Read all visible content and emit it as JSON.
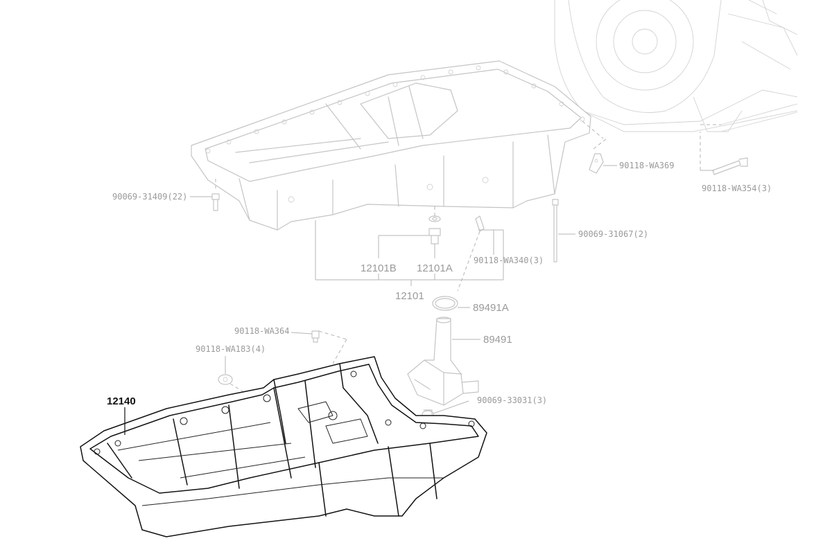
{
  "labels": {
    "p90069_31409": "90069-31409(22)",
    "p90118_wa369": "90118-WA369",
    "p90118_wa354": "90118-WA354(3)",
    "p90069_31067": "90069-31067(2)",
    "p90118_wa340": "90118-WA340(3)",
    "p12101b": "12101B",
    "p12101a": "12101A",
    "p12101": "12101",
    "p89491a": "89491A",
    "p89491": "89491",
    "p90118_wa364": "90118-WA364",
    "p90118_wa183": "90118-WA183(4)",
    "p90069_33031": "90069-33031(3)",
    "p12140": "12140"
  },
  "colors": {
    "highlight": "#111111",
    "ghost": "#c4c4c4",
    "label": "#9a9a9a"
  }
}
